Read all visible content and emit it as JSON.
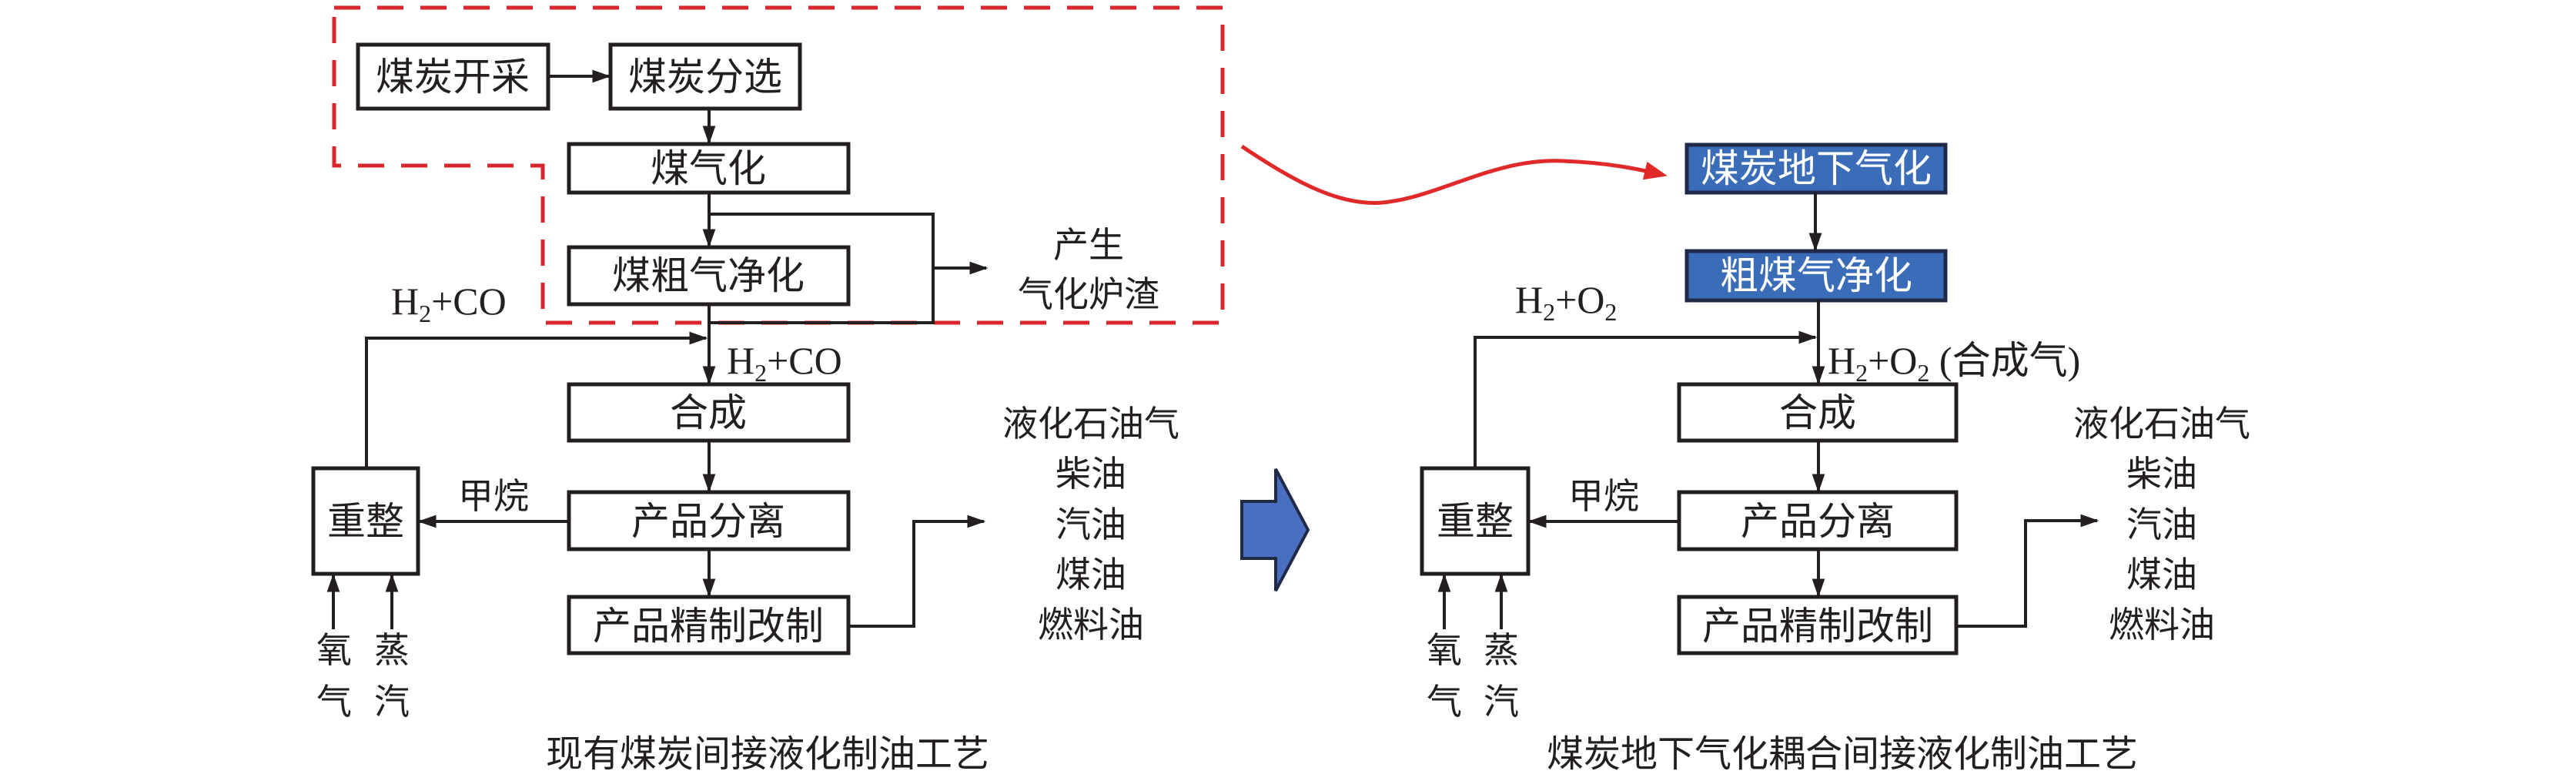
{
  "left": {
    "caption": "现有煤炭间接液化制油工艺",
    "boxes": {
      "mining": "煤炭开采",
      "sorting": "煤炭分选",
      "gasification": "煤气化",
      "purification": "煤粗气净化",
      "synthesis": "合成",
      "separation": "产品分离",
      "refining": "产品精制改制",
      "reforming": "重整"
    },
    "labels": {
      "recycle_gas": {
        "main": "H",
        "sub": "2",
        "rest": "+CO"
      },
      "syngas": {
        "main": "H",
        "sub": "2",
        "rest": "+CO"
      },
      "methane": "甲烷",
      "slag_line1": "产生",
      "slag_line2": "气化炉渣",
      "oxygen": [
        "氧",
        "气"
      ],
      "steam": [
        "蒸",
        "汽"
      ]
    },
    "products": [
      "液化石油气",
      "柴油",
      "汽油",
      "煤油",
      "燃料油"
    ]
  },
  "right": {
    "caption": "煤炭地下气化耦合间接液化制油工艺",
    "boxes": {
      "ucg": "煤炭地下气化",
      "purification": "粗煤气净化",
      "synthesis": "合成",
      "separation": "产品分离",
      "refining": "产品精制改制",
      "reforming": "重整"
    },
    "labels": {
      "recycle_gas": {
        "main": "H",
        "sub": "2",
        "mid": "+O",
        "sub2": "2"
      },
      "syngas": {
        "main": "H",
        "sub": "2",
        "mid": "+O",
        "sub2": "2",
        "rest": " (合成气)"
      },
      "methane": "甲烷",
      "oxygen": [
        "氧",
        "气"
      ],
      "steam": [
        "蒸",
        "汽"
      ]
    },
    "products": [
      "液化石油气",
      "柴油",
      "汽油",
      "煤油",
      "燃料油"
    ]
  },
  "colors": {
    "highlight_dash": "#d9262c",
    "wave_arrow": "#e02a2a",
    "blue_fill": "#3b6cb8",
    "blue_border": "#1f2a48",
    "line": "#231f20"
  }
}
